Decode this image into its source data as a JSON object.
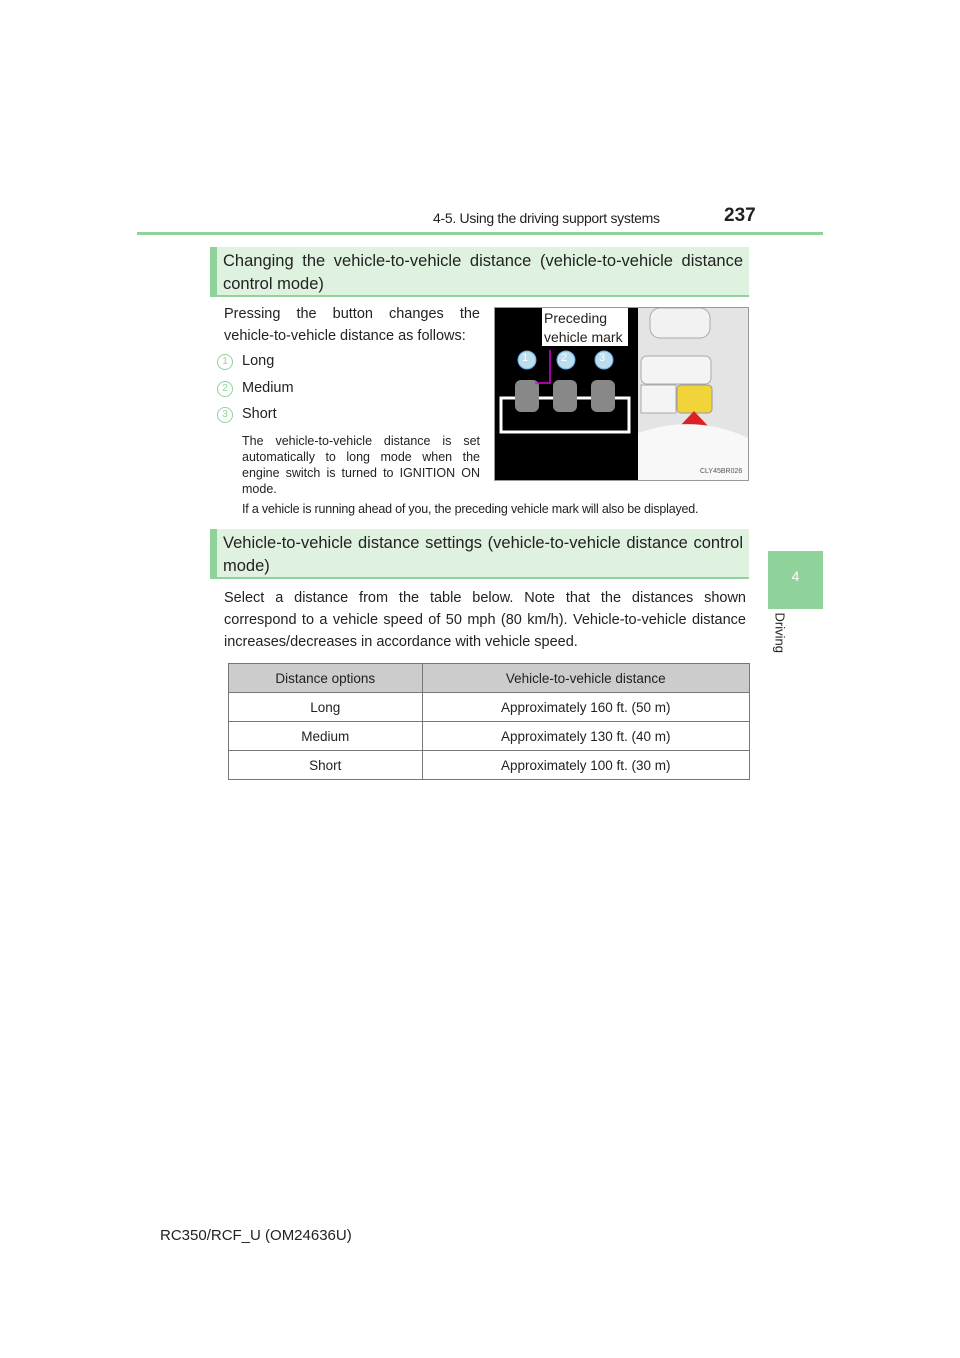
{
  "header": {
    "section": "4-5. Using the driving support systems",
    "page": "237"
  },
  "section1": {
    "title": "Changing the vehicle-to-vehicle distance (vehicle-to-vehicle distance control mode)",
    "intro": "Pressing the button changes the vehicle-to-vehicle distance as follows:",
    "items": [
      {
        "num": "1",
        "label": "Long"
      },
      {
        "num": "2",
        "label": "Medium"
      },
      {
        "num": "3",
        "label": "Short"
      }
    ],
    "note": "The vehicle-to-vehicle distance is set automatically to long mode when the engine switch is turned to IGNITION ON mode.",
    "note2": "If a vehicle is running ahead of you, the preceding vehicle mark will also be displayed.",
    "figure": {
      "callout": "Preceding vehicle mark",
      "numbers": [
        "1",
        "2",
        "3"
      ],
      "code": "CLY45BR026"
    }
  },
  "section2": {
    "title": "Vehicle-to-vehicle distance settings (vehicle-to-vehicle distance control mode)",
    "text": "Select a distance from the table below. Note that the distances shown correspond to a vehicle speed of 50 mph (80 km/h). Vehicle-to-vehicle distance increases/decreases in accordance with vehicle speed.",
    "table": {
      "headers": [
        "Distance options",
        "Vehicle-to-vehicle distance"
      ],
      "rows": [
        [
          "Long",
          "Approximately 160 ft. (50 m)"
        ],
        [
          "Medium",
          "Approximately 130 ft. (40 m)"
        ],
        [
          "Short",
          "Approximately 100 ft. (30 m)"
        ]
      ]
    }
  },
  "side_tab": {
    "number": "4",
    "label": "Driving"
  },
  "footer": "RC350/RCF_U (OM24636U)"
}
